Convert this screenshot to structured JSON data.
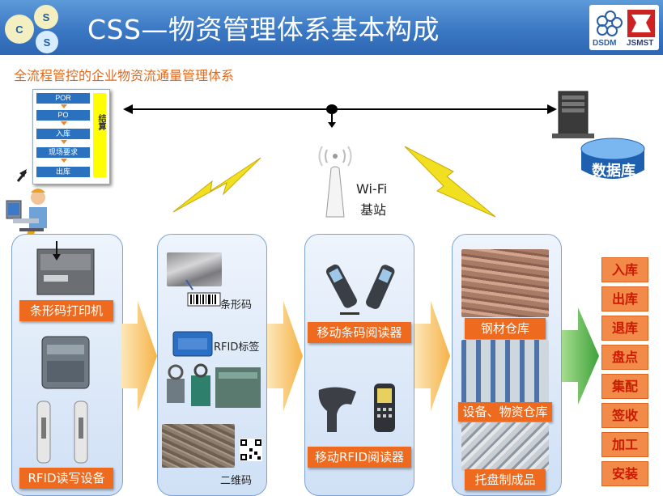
{
  "header": {
    "title": "CSS—物资管理体系基本构成",
    "logo_letters": [
      "C",
      "S",
      "S"
    ],
    "logo_right_1": "DSDM",
    "logo_right_2": "JSMST"
  },
  "subtitle": "全流程管控的企业物资流通量管理体系",
  "process_chart": {
    "steps": [
      "POR",
      "PO",
      "入库",
      "现场要求",
      "出库"
    ],
    "settlement": "结算"
  },
  "network": {
    "wifi_label_1": "Wi-Fi",
    "wifi_label_2": "基站",
    "database_label": "数据库"
  },
  "columns": {
    "col1": {
      "printer_label": "条形码打印机",
      "rfid_device_label": "RFID读写设备"
    },
    "col2": {
      "barcode_note": "条形码",
      "rfid_tag_note": "RFID标签",
      "qr_note": "二维码"
    },
    "col3": {
      "barcode_reader_label": "移动条码阅读器",
      "rfid_reader_label": "移动RFID阅读器"
    },
    "col4": {
      "steel_label": "钢材仓库",
      "equipment_label": "设备、物资仓库",
      "pallet_label": "托盘制成品"
    }
  },
  "operations": [
    "入库",
    "出库",
    "退库",
    "盘点",
    "集配",
    "签收",
    "加工",
    "安装"
  ],
  "colors": {
    "title_bar": "#3b78c4",
    "label_orange": "#ee6a1f",
    "operation_fill": "#f28a4a",
    "operation_text": "#cc1a00",
    "flow_arrow": "#f7c56a",
    "big_arrow": "#5cb84a",
    "lightning": "#f0e020"
  }
}
